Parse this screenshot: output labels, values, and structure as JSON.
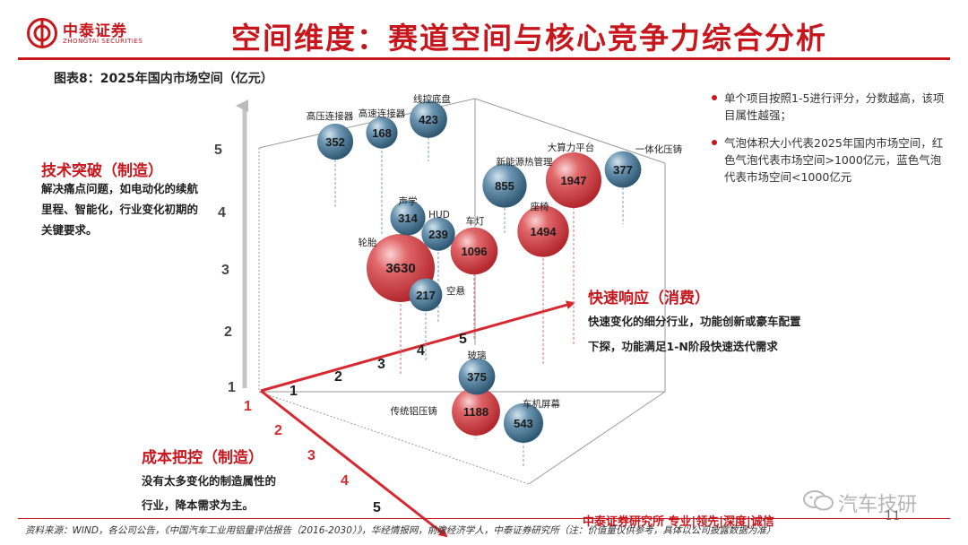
{
  "header": {
    "logo_cn": "中泰证券",
    "logo_en": "ZHONGTAI SECURITIES",
    "page_title": "空间维度：赛道空间与核心竞争力综合分析",
    "brand_color": "#c8161d"
  },
  "chart_caption": "图表8：2025年国内市场空间（亿元）",
  "zones": {
    "tech": {
      "title": "技术突破（制造）",
      "desc": "解决痛点问题，如电动化的续航里程、智能化，行业变化初期的关键要求。"
    },
    "fast": {
      "title": "快速响应（消费）",
      "desc_line1": "快速变化的细分行业，功能创新或豪车配置",
      "desc_line2": "下探，功能满足1-N阶段快速迭代需求"
    },
    "cost": {
      "title": "成本把控（制造）",
      "desc_line1": "没有太多变化的制造属性的",
      "desc_line2": "行业，降本需求为主。"
    }
  },
  "notes": [
    "单个项目按照1-5进行评分，分数越高，该项目属性越强；",
    "气泡体积大小代表2025年国内市场空间，红色气泡代表市场空间>1000亿元，蓝色气泡代表市场空间<1000亿元"
  ],
  "chart_data": {
    "type": "scatter",
    "title": "2025年国内市场空间（亿元）",
    "axis_ticks": {
      "vertical": [
        "1",
        "2",
        "3",
        "4",
        "5"
      ],
      "right": [
        "1",
        "2",
        "3",
        "4",
        "5"
      ],
      "front": [
        "1",
        "2",
        "3",
        "4",
        "5"
      ]
    },
    "colors": {
      "large": "#d24a4e",
      "small": "#4f7f9e",
      "threshold": 1000
    },
    "points": [
      {
        "name": "高压连接器",
        "value": 352
      },
      {
        "name": "高速连接器",
        "value": 168
      },
      {
        "name": "线控底盘",
        "value": 423
      },
      {
        "name": "新能源热管理",
        "value": 855
      },
      {
        "name": "大算力平台",
        "value": 1947
      },
      {
        "name": "一体化压铸",
        "value": 377
      },
      {
        "name": "声学",
        "value": 314
      },
      {
        "name": "HUD",
        "value": 239
      },
      {
        "name": "车灯",
        "value": 1096
      },
      {
        "name": "座椅",
        "value": 1494
      },
      {
        "name": "轮胎",
        "value": 3630
      },
      {
        "name": "空悬",
        "value": 217
      },
      {
        "name": "玻璃",
        "value": 375
      },
      {
        "name": "传统铝压铸",
        "value": 1188
      },
      {
        "name": "车机屏幕",
        "value": 543
      }
    ]
  },
  "footer": {
    "source": "资料来源：WIND，各公司公告，《中国汽车工业用铝量评估报告（2016-2030）》，华经情报网，前瞻经济学人，中泰证券研究所（注：价值量仅供参考，具体以公司披露数据为准）",
    "institute": "中泰证券研究所 专业|领先|深度|诚信",
    "page_number": "11",
    "watermark": "汽车技研"
  }
}
